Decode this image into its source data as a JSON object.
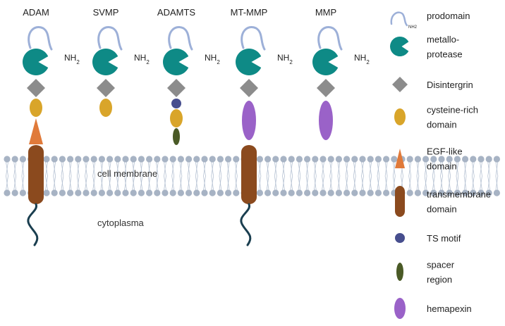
{
  "columns": [
    {
      "title": "ADAM",
      "nh2": "NH2"
    },
    {
      "title": "SVMP",
      "nh2": "NH2"
    },
    {
      "title": "ADAMTS",
      "nh2": "NH2"
    },
    {
      "title": "MT-MMP",
      "nh2": "NH2"
    },
    {
      "title": "MMP",
      "nh2": "NH2"
    }
  ],
  "membrane": {
    "label": "cell membrane"
  },
  "cytoplasma": {
    "label": "cytoplasma"
  },
  "legend": [
    {
      "key": "prodomain",
      "lines": [
        "prodomain"
      ],
      "sub": "NH2"
    },
    {
      "key": "metalloprotease",
      "lines": [
        "metallo-",
        "protease"
      ]
    },
    {
      "key": "disintergrin",
      "lines": [
        "Disintergrin"
      ]
    },
    {
      "key": "cysteine",
      "lines": [
        "cysteine-rich",
        "domain"
      ]
    },
    {
      "key": "egf",
      "lines": [
        "EGF-like",
        "domain"
      ]
    },
    {
      "key": "transmembrane",
      "lines": [
        "transmembrane",
        "domain"
      ]
    },
    {
      "key": "ts",
      "lines": [
        "TS motif"
      ]
    },
    {
      "key": "spacer",
      "lines": [
        "spacer",
        "region"
      ]
    },
    {
      "key": "hemapexin",
      "lines": [
        "hemapexin"
      ]
    }
  ],
  "colors": {
    "prodomain": "#9db0d8",
    "metalloprotease": "#0e8a86",
    "disintergrin": "#8c8c8c",
    "cysteine": "#d9a52a",
    "egf": "#e07a3a",
    "transmembrane": "#8b4a1e",
    "ts": "#474e8e",
    "spacer": "#4a5a26",
    "hemapexin": "#9a62c8",
    "tail": "#1a3e4f",
    "lipid_head": "#a7b3c4",
    "lipid_tail": "#b6c2d3"
  }
}
